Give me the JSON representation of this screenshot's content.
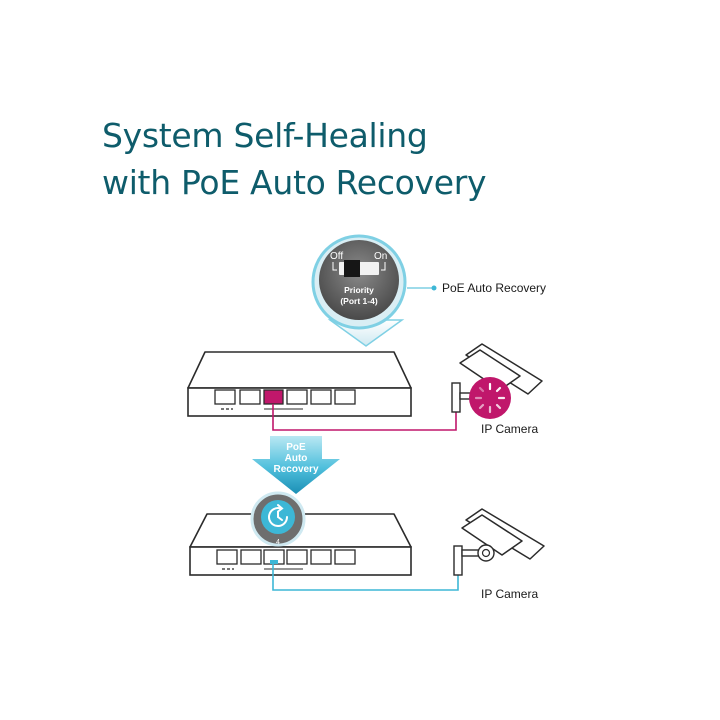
{
  "title": {
    "line1": "System Self-Healing",
    "line2": "with PoE Auto Recovery"
  },
  "callout": {
    "label": "PoE Auto Recovery",
    "switch": {
      "off_label": "Off",
      "on_label": "On",
      "priority_line1": "Priority",
      "priority_line2": "(Port 1-4)"
    }
  },
  "arrow": {
    "line1": "PoE",
    "line2": "Auto",
    "line3": "Recovery"
  },
  "top_device": {
    "camera_label": "IP Camera"
  },
  "bottom_device": {
    "camera_label": "IP Camera",
    "port_number": "4"
  },
  "colors": {
    "title": "#0e5c6b",
    "fault": "#c0176b",
    "recovered": "#3db7d6",
    "outline": "#2b2b2b"
  },
  "icons": [
    "switch-icon",
    "ip-camera-icon",
    "loading-icon",
    "recovery-icon"
  ]
}
